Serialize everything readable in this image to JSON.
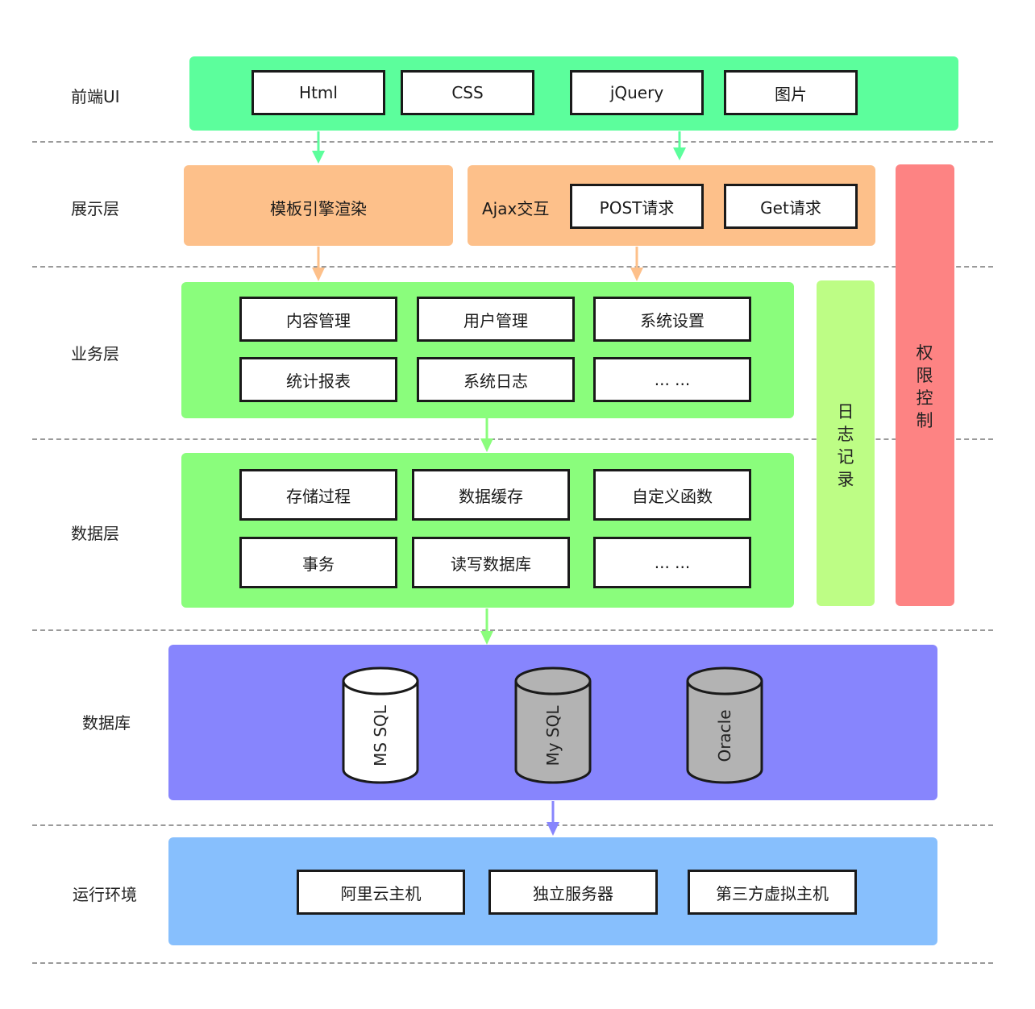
{
  "colors": {
    "frontend": "#5cfe9c",
    "presentation": "#fdc08a",
    "business": "#8afd7c",
    "data": "#8afd7c",
    "logging": "#bdfd85",
    "permission": "#fd8383",
    "database": "#8785fd",
    "runtime": "#87bffd",
    "cylinder_white": "#ffffff",
    "cylinder_gray": "#b3b3b3"
  },
  "layers": {
    "frontend": {
      "label": "前端UI",
      "items": [
        "Html",
        "CSS",
        "jQuery",
        "图片"
      ]
    },
    "presentation": {
      "label": "展示层",
      "template_render": "模板引擎渲染",
      "ajax_label": "Ajax交互",
      "ajax_items": [
        "POST请求",
        "Get请求"
      ]
    },
    "business": {
      "label": "业务层",
      "items": [
        "内容管理",
        "用户管理",
        "系统设置",
        "统计报表",
        "系统日志",
        "... ..."
      ]
    },
    "data": {
      "label": "数据层",
      "items": [
        "存储过程",
        "数据缓存",
        "自定义函数",
        "事务",
        "读写数据库",
        "... ..."
      ]
    },
    "database": {
      "label": "数据库",
      "items": [
        "MS SQL",
        "My SQL",
        "Oracle"
      ]
    },
    "runtime": {
      "label": "运行环境",
      "items": [
        "阿里云主机",
        "独立服务器",
        "第三方虚拟主机"
      ]
    }
  },
  "side_panels": {
    "logging": "日志记录",
    "permission": "权限控制"
  }
}
